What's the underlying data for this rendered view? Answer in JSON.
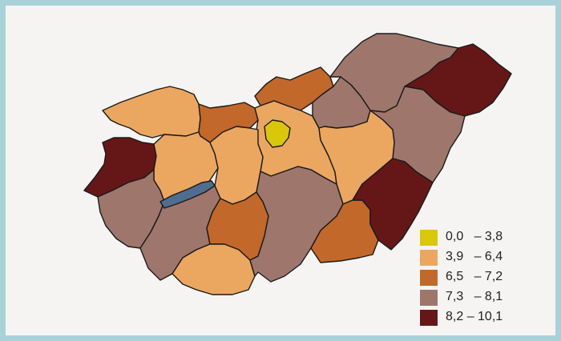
{
  "map": {
    "lake_color": "#4f6d8f",
    "border_color": "#1a1a1a",
    "regions": [
      {
        "name": "Győr-Moson-Sopron",
        "class": 1
      },
      {
        "name": "Komárom-Esztergom",
        "class": 2
      },
      {
        "name": "Pest",
        "class": 1
      },
      {
        "name": "Budapest",
        "class": 0
      },
      {
        "name": "Nógrád",
        "class": 2
      },
      {
        "name": "Borsod-Abaúj-Zemplén",
        "class": 3
      },
      {
        "name": "Szabolcs-Szatmár-Bereg",
        "class": 4
      },
      {
        "name": "Heves",
        "class": 3
      },
      {
        "name": "Hajdú-Bihar",
        "class": 3
      },
      {
        "name": "Jász-Nagykun-Szolnok",
        "class": 1
      },
      {
        "name": "Vas",
        "class": 4
      },
      {
        "name": "Veszprém",
        "class": 1
      },
      {
        "name": "Fejér",
        "class": 1
      },
      {
        "name": "Zala",
        "class": 3
      },
      {
        "name": "Somogy",
        "class": 3
      },
      {
        "name": "Tolna",
        "class": 2
      },
      {
        "name": "Baranya",
        "class": 1
      },
      {
        "name": "Bács-Kiskun",
        "class": 3
      },
      {
        "name": "Csongrád",
        "class": 2
      },
      {
        "name": "Békés",
        "class": 4
      }
    ]
  },
  "legend": {
    "items": [
      {
        "label": "0,0   – 3,8",
        "color": "#d9c70a"
      },
      {
        "label": "3,9   – 6,4",
        "color": "#eba760"
      },
      {
        "label": "6,5   – 7,2",
        "color": "#c2682a"
      },
      {
        "label": "7,3   – 8,1",
        "color": "#9e766c"
      },
      {
        "label": "8,2 – 10,1",
        "color": "#651718"
      }
    ]
  }
}
